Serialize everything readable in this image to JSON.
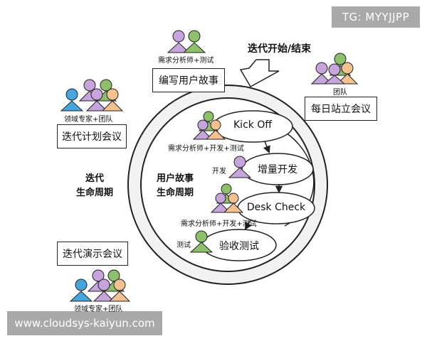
{
  "watermarks": {
    "top_right": "TG: MYYJJPP",
    "bottom_left": "www.cloudsys-kaiyun.com"
  },
  "outer_boxes": {
    "story_writing": "编写用户故事",
    "daily_standup": "每日站立会议",
    "iteration_planning": "迭代计划会议",
    "iteration_demo": "迭代演示会议"
  },
  "role_labels": {
    "top": "需求分析师+测试",
    "right": "团队",
    "left_top": "领域专家+团队",
    "bottom_left": "领域专家+团队",
    "kickoff": "需求分析师+开发+测试",
    "develop": "开发",
    "deskcheck": "需求分析师+开发+测试",
    "acceptance": "测试"
  },
  "cycle_labels": {
    "iteration_line1": "迭代",
    "iteration_line2": "生命周期",
    "story_line1": "用户故事",
    "story_line2": "生命周期"
  },
  "start_end_label": "迭代开始/结束",
  "inner_steps": {
    "kickoff": "Kick Off",
    "develop": "增量开发",
    "deskcheck": "Desk Check",
    "acceptance": "验收测试"
  },
  "colors": {
    "person_green": "#8dc06b",
    "person_blue": "#45a6de",
    "person_purple": "#c6a4dc",
    "person_orange": "#f5c28f",
    "ring_fill": "#f2f2f2",
    "watermark_bg": "#a9a9a9"
  }
}
